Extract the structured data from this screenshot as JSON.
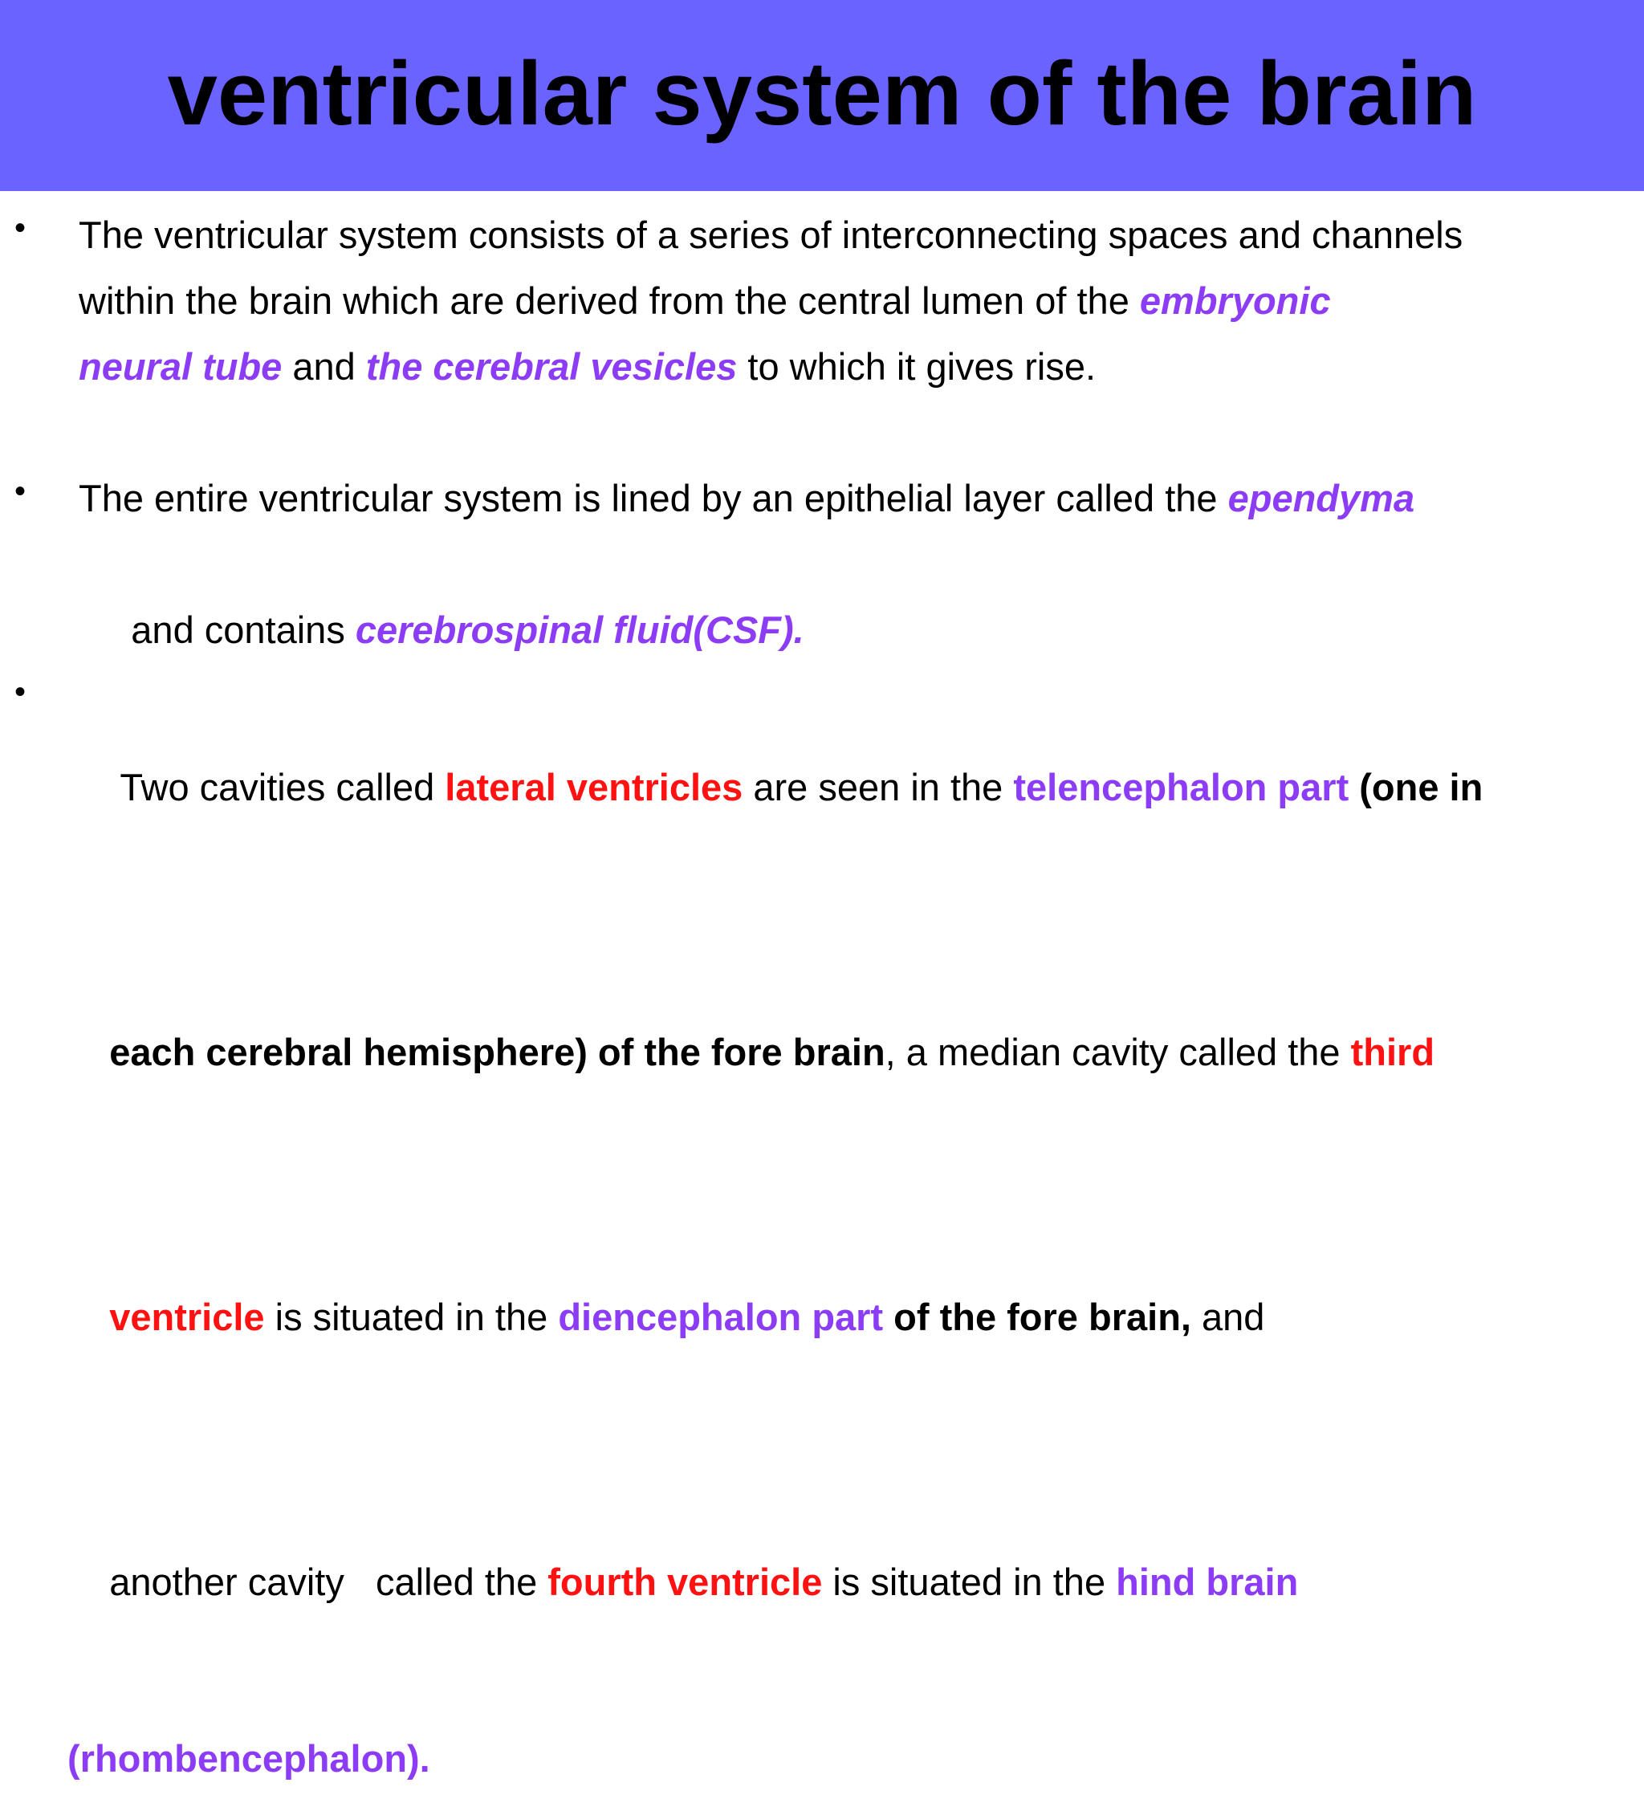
{
  "title": "ventricular system of the brain",
  "bullet_symbol": "•",
  "colors": {
    "header_bg": "#6b63ff",
    "highlight_purple": "#8c3cf5",
    "highlight_red": "#ff1111"
  },
  "bullets": [
    {
      "lines": [
        [
          "The ventricular system consists of a series of interconnecting spaces and channels"
        ],
        [
          "within the brain which are derived from the central lumen of the ",
          "embryonic"
        ],
        [
          "neural tube",
          " and ",
          "the cerebral vesicles",
          " to which it gives rise."
        ]
      ]
    },
    {
      "lines": [
        [
          "The entire ventricular system is lined by an epithelial layer called  the ",
          "ependyma"
        ],
        [
          " and contains ",
          "cerebrospinal fluid(CSF)."
        ]
      ]
    },
    {
      "lines": [
        [
          "Two cavities called ",
          "lateral ventricles",
          " are seen in the ",
          "telencephalon part",
          " ",
          "(one in"
        ],
        [
          "each cerebral hemisphere) of the fore brain",
          ", a median cavity called the ",
          "third"
        ],
        [
          "ventricle",
          " is situated in the ",
          "diencephalon part",
          " ",
          "of the fore brain,",
          " and"
        ],
        [
          "another cavity   called the ",
          "fourth ventricle",
          " is situated in the ",
          "hind brain"
        ],
        [
          "(rhombencephalon)."
        ]
      ]
    }
  ]
}
